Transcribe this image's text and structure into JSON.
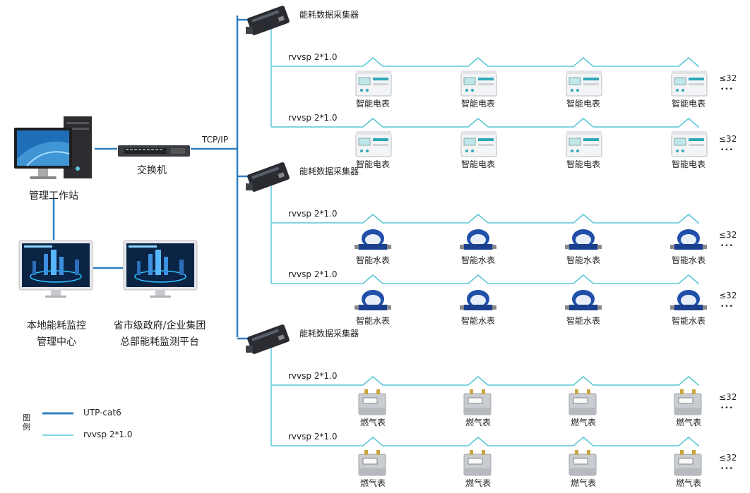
{
  "workstation": {
    "label": "管理工作站"
  },
  "switch": {
    "label": "交换机"
  },
  "tcp_label": "TCP/IP",
  "local_center": {
    "line1": "本地能耗监控",
    "line2": "管理中心"
  },
  "gov_platform": {
    "line1": "省市级政府/企业集团",
    "line2": "总部能耗监测平台"
  },
  "collector_label": "能耗数据采集器",
  "bus_label": "rvvsp 2*1.0",
  "meter_labels": {
    "electric": "智能电表",
    "water": "智能水表",
    "gas": "燃气表"
  },
  "count_label": "≤32",
  "ellipsis": "•••",
  "legend": {
    "title": "图例",
    "items": [
      {
        "label": "UTP-cat6",
        "color": "#2f7fc0"
      },
      {
        "label": "rvvsp 2*1.0",
        "color": "#5bc6d6"
      }
    ]
  }
}
